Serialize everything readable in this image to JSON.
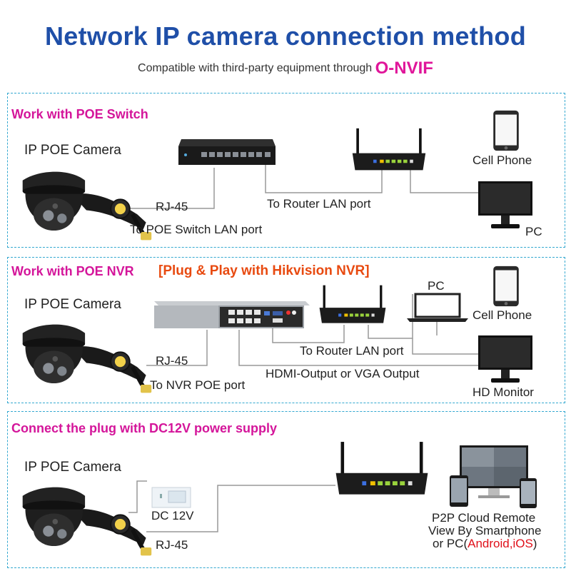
{
  "title": "Network IP camera connection method",
  "subtitle": {
    "text": "Compatible with third-party equipment through",
    "brand": "O-NVIF"
  },
  "colors": {
    "title": "#1f4fa8",
    "section_title": "#d4159a",
    "accent_orange": "#e84a10",
    "panel_border": "#33a8d0",
    "device_dark": "#1c1c1c"
  },
  "sections": [
    {
      "title": "Work with POE Switch",
      "camera_label": "IP POE Camera",
      "labels": {
        "rj45": "RJ-45",
        "to_switch": "To POE Switch LAN port",
        "to_router": "To Router LAN port",
        "cell_phone": "Cell Phone",
        "pc": "PC"
      },
      "icons": [
        "dome-camera-icon",
        "poe-switch-icon",
        "router-icon",
        "cell-phone-icon",
        "monitor-icon"
      ]
    },
    {
      "title": "Work with POE NVR",
      "highlight": "[Plug & Play with Hikvision NVR]",
      "camera_label": "IP POE Camera",
      "labels": {
        "rj45": "RJ-45",
        "to_nvr": "To NVR POE port",
        "to_router": "To Router LAN port",
        "hdmi": "HDMI-Output or VGA Output",
        "pc": "PC",
        "cell_phone": "Cell Phone",
        "hd_monitor": "HD Monitor"
      },
      "icons": [
        "dome-camera-icon",
        "nvr-icon",
        "router-icon",
        "laptop-icon",
        "cell-phone-icon",
        "monitor-icon"
      ]
    },
    {
      "title": "Connect the plug with DC12V power supply",
      "camera_label": "IP POE Camera",
      "labels": {
        "dc": "DC 12V",
        "rj45": "RJ-45",
        "p2p_line1": "P2P Cloud Remote",
        "p2p_line2": "View By Smartphone",
        "p2p_line3_prefix": "or PC(",
        "p2p_line3_os": "Android,iOS",
        "p2p_line3_suffix": ")"
      },
      "icons": [
        "dome-camera-icon",
        "power-adapter-icon",
        "router-icon",
        "devices-icon"
      ]
    }
  ]
}
